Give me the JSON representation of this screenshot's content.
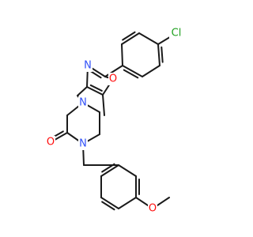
{
  "colors": {
    "background": "#ffffff",
    "bond": "#1a1a1a",
    "carbon_text": "#1a1a1a",
    "nitrogen": "#3050f8",
    "oxygen": "#ff0d0d",
    "chlorine": "#1fa01f"
  },
  "atoms": [
    {
      "id": "cl",
      "label": "Cl",
      "element": "Cl"
    },
    {
      "id": "n_oxazole",
      "label": "N",
      "element": "N"
    },
    {
      "id": "o_oxazole",
      "label": "O",
      "element": "O"
    },
    {
      "id": "n_piperazine_4",
      "label": "N",
      "element": "N"
    },
    {
      "id": "n_piperazine_1",
      "label": "N",
      "element": "N"
    },
    {
      "id": "o_carbonyl",
      "label": "O",
      "element": "O"
    },
    {
      "id": "o_methoxy",
      "label": "O",
      "element": "O"
    }
  ]
}
